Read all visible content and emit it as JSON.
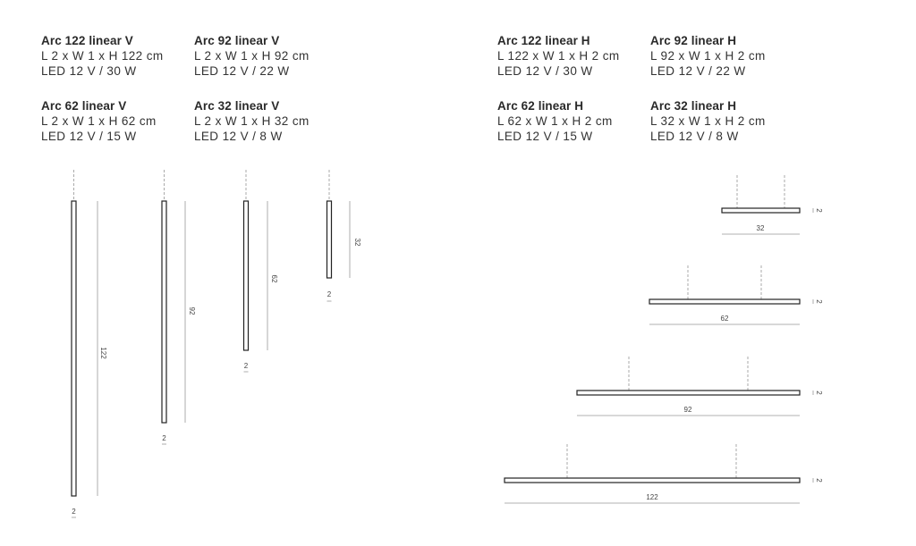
{
  "specs": {
    "v122": {
      "title": "Arc 122 linear V",
      "dims": "L 2 x W 1 x H 122 cm",
      "led": "LED 12 V / 30 W"
    },
    "v92": {
      "title": "Arc 92 linear V",
      "dims": "L 2 x W 1 x H 92 cm",
      "led": "LED 12 V / 22 W"
    },
    "v62": {
      "title": "Arc 62 linear V",
      "dims": "L 2 x W 1 x H 62 cm",
      "led": "LED 12 V / 15 W"
    },
    "v32": {
      "title": "Arc 32 linear V",
      "dims": "L 2 x W 1 x H 32 cm",
      "led": "LED 12 V / 8 W"
    },
    "h122": {
      "title": "Arc 122 linear H",
      "dims": "L 122 x W 1 x H 2 cm",
      "led": "LED 12 V / 30 W"
    },
    "h92": {
      "title": "Arc 92 linear H",
      "dims": "L 92 x W 1 x H 2 cm",
      "led": "LED 12 V / 22 W"
    },
    "h62": {
      "title": "Arc 62 linear H",
      "dims": "L 62 x W 1 x H 2 cm",
      "led": "LED 12 V / 15 W"
    },
    "h32": {
      "title": "Arc 32 linear H",
      "dims": "L 32 x W 1 x H 2 cm",
      "led": "LED 12 V / 8 W"
    }
  },
  "drawings": {
    "vertical": [
      {
        "length_label": "122",
        "width_label": "2"
      },
      {
        "length_label": "92",
        "width_label": "2"
      },
      {
        "length_label": "62",
        "width_label": "2"
      },
      {
        "length_label": "32",
        "width_label": "2"
      }
    ],
    "horizontal": [
      {
        "length_label": "32",
        "height_label": "2"
      },
      {
        "length_label": "62",
        "height_label": "2"
      },
      {
        "length_label": "92",
        "height_label": "2"
      },
      {
        "length_label": "122",
        "height_label": "2"
      }
    ]
  }
}
